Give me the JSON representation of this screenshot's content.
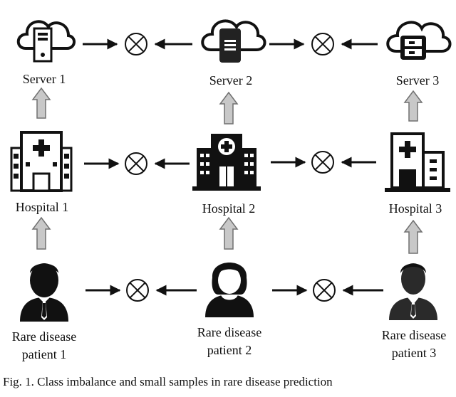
{
  "servers": [
    {
      "label": "Server 1",
      "icon": "cloud-server-icon"
    },
    {
      "label": "Server 2",
      "icon": "cloud-server-icon"
    },
    {
      "label": "Server 3",
      "icon": "cloud-server-icon"
    }
  ],
  "hospitals": [
    {
      "label": "Hospital 1",
      "icon": "hospital-icon"
    },
    {
      "label": "Hospital 2",
      "icon": "hospital-icon"
    },
    {
      "label": "Hospital 3",
      "icon": "hospital-icon"
    }
  ],
  "patients": [
    {
      "line1": "Rare disease",
      "line2": "patient 1",
      "icon": "male-patient-icon"
    },
    {
      "line1": "Rare disease",
      "line2": "patient 2",
      "icon": "female-patient-icon"
    },
    {
      "line1": "Rare disease",
      "line2": "patient 3",
      "icon": "male-patient-icon"
    }
  ],
  "caption": "Fig. 1.  Class imbalance and small samples in rare disease prediction",
  "colors": {
    "icon": "#111111",
    "upArrowFill": "#c8c8c8",
    "upArrowStroke": "#707070"
  }
}
